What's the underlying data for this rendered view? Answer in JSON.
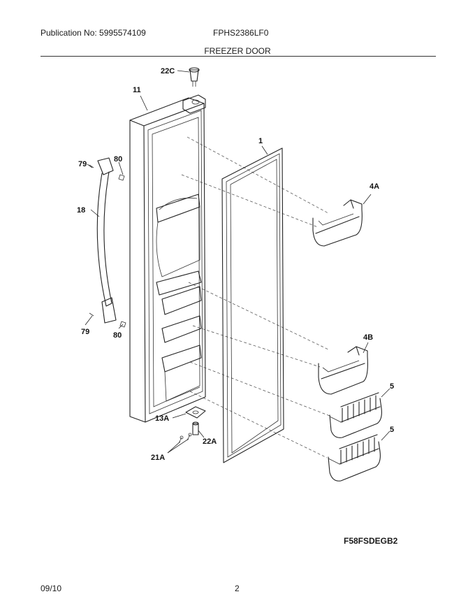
{
  "header": {
    "publication": "Publication No: 5995574109",
    "model": "FPHS2386LF0",
    "section_title": "FREEZER DOOR"
  },
  "callouts": {
    "c22C": "22C",
    "c11": "11",
    "c1": "1",
    "c79a": "79",
    "c80a": "80",
    "c4A": "4A",
    "c18": "18",
    "c4B": "4B",
    "c79b": "79",
    "c80b": "80",
    "c5a": "5",
    "c13A": "13A",
    "c22A": "22A",
    "c21A": "21A",
    "c5b": "5"
  },
  "diagram_code": "F58FSDEGB2",
  "footer": {
    "date": "09/10",
    "page": "2"
  }
}
